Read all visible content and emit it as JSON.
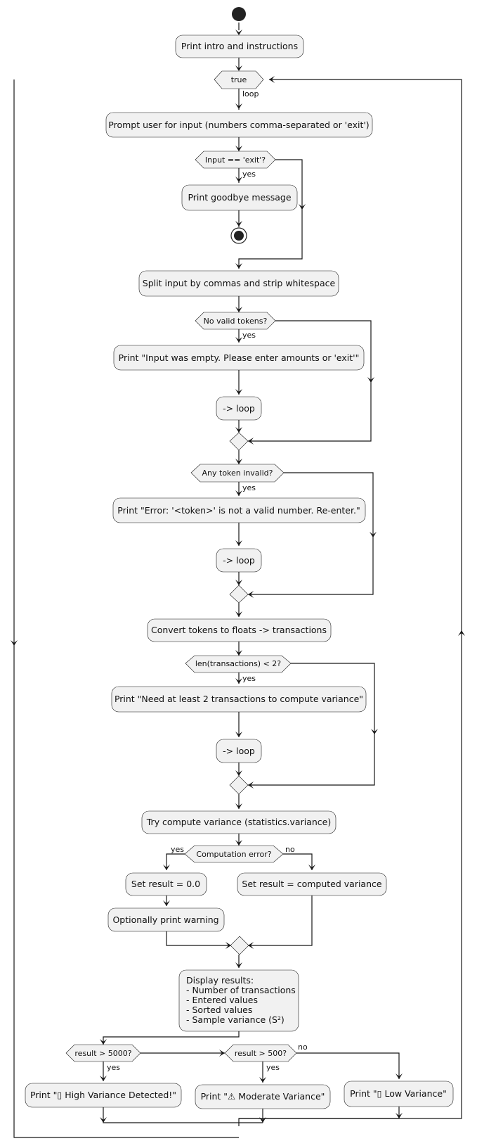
{
  "actions": {
    "print_intro": "Print intro and instructions",
    "prompt_input": "Prompt user for input (numbers comma-separated or 'exit')",
    "print_goodbye": "Print goodbye message",
    "split_input": "Split input by commas and strip whitespace",
    "print_empty": "Print \"Input was empty. Please enter amounts or 'exit'\"",
    "loop_1": "-> loop",
    "print_invalid": "Print \"Error: '<token>' is not a valid number. Re-enter.\"",
    "loop_2": "-> loop",
    "convert": "Convert tokens to floats -> transactions",
    "print_need2": "Print \"Need at least 2 transactions to compute variance\"",
    "loop_3": "-> loop",
    "try_compute": "Try compute variance (statistics.variance)",
    "set_zero": "Set result = 0.0",
    "print_warning": "Optionally print warning",
    "set_computed": "Set result = computed variance",
    "display_results": [
      "Display results:",
      "- Number of transactions",
      "- Entered values",
      "- Sorted values",
      "- Sample variance (S²)"
    ],
    "print_high": "Print \"▯ High Variance Detected!\"",
    "print_moderate": "Print \"⚠ Moderate Variance\"",
    "print_low": "Print \"▯ Low Variance\""
  },
  "decisions": {
    "loop_true": "true",
    "input_exit": "Input == 'exit'?",
    "no_tokens": "No valid tokens?",
    "token_invalid": "Any token invalid?",
    "len_check": "len(transactions) < 2?",
    "computation_error": "Computation error?",
    "gt_5000": "result > 5000?",
    "gt_500": "result > 500?"
  },
  "edge_labels": {
    "loop": "loop",
    "yes_exit": "yes",
    "yes_empty": "yes",
    "yes_invalid": "yes",
    "yes_len": "yes",
    "yes_error": "yes",
    "no_error": "no",
    "yes_5000": "yes",
    "yes_500": "yes",
    "no_500": "no"
  }
}
